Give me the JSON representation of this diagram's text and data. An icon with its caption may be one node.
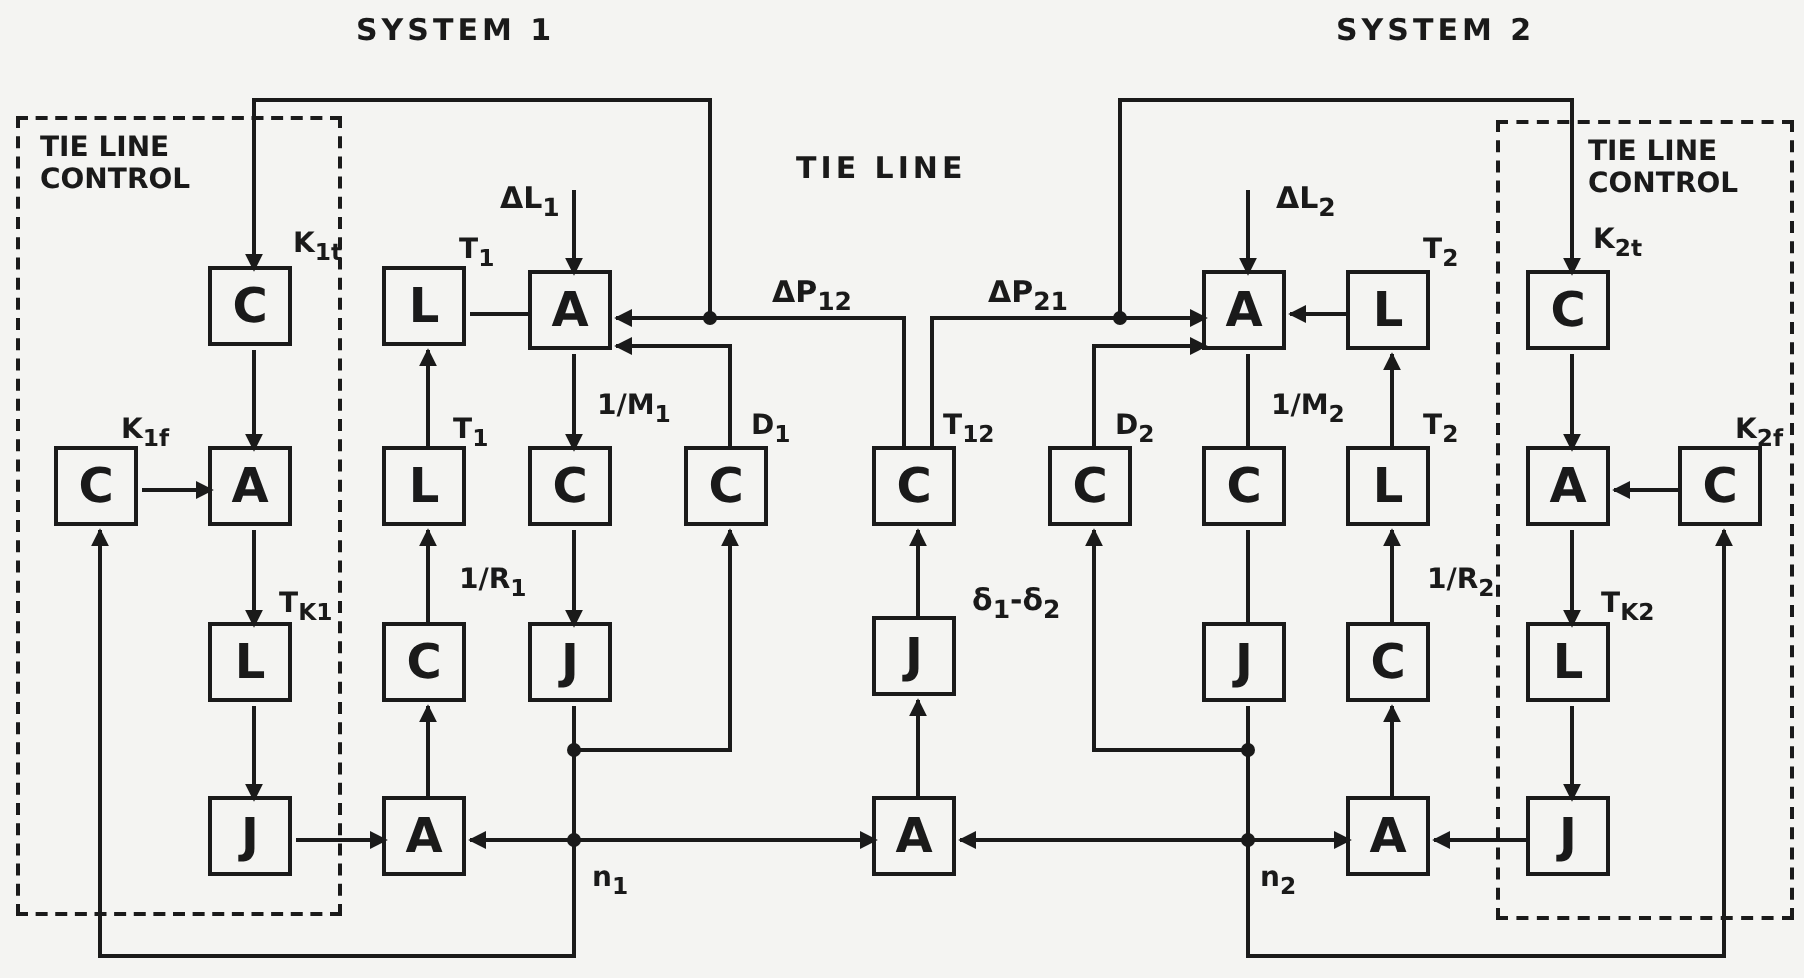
{
  "diagram": {
    "nodes": [
      {
        "text": [
          "TIE LINE CONTROL"
        ]
      },
      {
        "text": [
          "C"
        ],
        "in": 0,
        "beside": [
          "K$_{1t}$"
        ]
      },
      {
        "text": [
          "C"
        ],
        "in": 0,
        "beside": [
          "K$_{1f}$"
        ]
      },
      {
        "text": [
          "A"
        ],
        "in": 0
      },
      {
        "text": [
          "L"
        ],
        "in": 0,
        "beside": [
          "T$_{K1}$"
        ]
      },
      {
        "text": [
          "J"
        ],
        "in": 0
      },
      {
        "text": [
          "L"
        ],
        "beside": [
          "T$_{1}$"
        ]
      },
      {
        "text": [
          "A"
        ]
      },
      {
        "text": [
          "L"
        ],
        "beside": [
          "T$_{1}$"
        ]
      },
      {
        "text": [
          "C"
        ],
        "beside": [
          "1/M$_{1}$"
        ]
      },
      {
        "text": [
          "C"
        ],
        "beside": [
          "D$_{1}$"
        ]
      },
      {
        "text": [
          "C"
        ],
        "beside": [
          "1/R$_{1}$"
        ]
      },
      {
        "text": [
          "J"
        ]
      },
      {
        "text": [
          "A"
        ]
      },
      {
        "text": [
          "C"
        ],
        "beside": [
          "T$_{12}$"
        ]
      },
      {
        "text": [
          "J"
        ]
      },
      {
        "text": [
          "A"
        ]
      },
      {
        "text": [
          "TIE LINE CONTROL"
        ]
      },
      {
        "text": [
          "A"
        ]
      },
      {
        "text": [
          "L"
        ],
        "beside": [
          "T$_{2}$"
        ]
      },
      {
        "text": [
          "C"
        ],
        "in": 17,
        "beside": [
          "K$_{2t}$"
        ]
      },
      {
        "text": [
          "C"
        ],
        "beside": [
          "D$_{2}$"
        ]
      },
      {
        "text": [
          "C"
        ],
        "beside": [
          "1/M$_{2}$"
        ]
      },
      {
        "text": [
          "L"
        ],
        "beside": [
          "T$_{2}$"
        ]
      },
      {
        "text": [
          "A"
        ],
        "in": 17
      },
      {
        "text": [
          "C"
        ],
        "in": 17,
        "beside": [
          "K$_{2f}$"
        ]
      },
      {
        "text": [
          "J"
        ]
      },
      {
        "text": [
          "C"
        ],
        "beside": [
          "1/R$_{2}$"
        ]
      },
      {
        "text": [
          "L"
        ],
        "in": 17,
        "beside": [
          "T$_{K2}$"
        ]
      },
      {
        "text": [
          "A"
        ]
      },
      {
        "text": [
          "J"
        ],
        "in": 17
      }
    ],
    "edges": [
      {
        "from": null,
        "to": 7,
        "arrow": "to",
        "label": "ΔL$_{1}$"
      },
      {
        "from": 6,
        "to": 7,
        "arrow": "none"
      },
      {
        "from": 8,
        "to": 6,
        "arrow": "to"
      },
      {
        "from": 11,
        "to": 8,
        "arrow": "to"
      },
      {
        "from": 13,
        "to": 11,
        "arrow": "to"
      },
      {
        "from": 7,
        "to": 9,
        "arrow": "to"
      },
      {
        "from": 9,
        "to": 12,
        "arrow": "to"
      },
      {
        "from": 12,
        "to": 10,
        "arrow": "to"
      },
      {
        "from": 12,
        "to": 13,
        "arrow": "to"
      },
      {
        "from": 12,
        "to": 16,
        "arrow": "to"
      },
      {
        "from": 12,
        "to": 2,
        "arrow": "to"
      },
      {
        "from": 10,
        "to": 7,
        "arrow": "to"
      },
      {
        "from": 14,
        "to": 7,
        "arrow": "to",
        "label": "ΔP$_{12}$"
      },
      {
        "from": 14,
        "to": 1,
        "arrow": "to"
      },
      {
        "from": 1,
        "to": 3,
        "arrow": "to"
      },
      {
        "from": 2,
        "to": 3,
        "arrow": "to"
      },
      {
        "from": 3,
        "to": 4,
        "arrow": "to"
      },
      {
        "from": 4,
        "to": 5,
        "arrow": "to"
      },
      {
        "from": 5,
        "to": 13,
        "arrow": "to"
      },
      {
        "from": 16,
        "to": 15,
        "arrow": "to"
      },
      {
        "from": 15,
        "to": 14,
        "arrow": "to",
        "label": "δ$_{1}$-δ$_{2}$"
      },
      {
        "from": 14,
        "to": 18,
        "arrow": "to",
        "label": "ΔP$_{21}$"
      },
      {
        "from": 14,
        "to": 20,
        "arrow": "to"
      },
      {
        "from": 21,
        "to": 18,
        "arrow": "to"
      },
      {
        "from": null,
        "to": 18,
        "arrow": "to",
        "label": "ΔL$_{2}$"
      },
      {
        "from": 19,
        "to": 18,
        "arrow": "to"
      },
      {
        "from": 23,
        "to": 19,
        "arrow": "to"
      },
      {
        "from": 27,
        "to": 23,
        "arrow": "to"
      },
      {
        "from": 29,
        "to": 27,
        "arrow": "to"
      },
      {
        "from": 18,
        "to": 22,
        "arrow": "none"
      },
      {
        "from": 22,
        "to": 26,
        "arrow": "none"
      },
      {
        "from": 26,
        "to": 21,
        "arrow": "to"
      },
      {
        "from": 26,
        "to": 16,
        "arrow": "to"
      },
      {
        "from": 26,
        "to": 29,
        "arrow": "to"
      },
      {
        "from": 26,
        "to": 25,
        "arrow": "to"
      },
      {
        "from": 20,
        "to": 24,
        "arrow": "to"
      },
      {
        "from": 25,
        "to": 24,
        "arrow": "to"
      },
      {
        "from": 24,
        "to": 28,
        "arrow": "to"
      },
      {
        "from": 28,
        "to": 30,
        "arrow": "to"
      },
      {
        "from": 30,
        "to": 29,
        "arrow": "to"
      }
    ],
    "labels": [
      "SYSTEM 1",
      "SYSTEM 2",
      "TIE LINE",
      "n$_{1}$",
      "n$_{2}$"
    ]
  }
}
